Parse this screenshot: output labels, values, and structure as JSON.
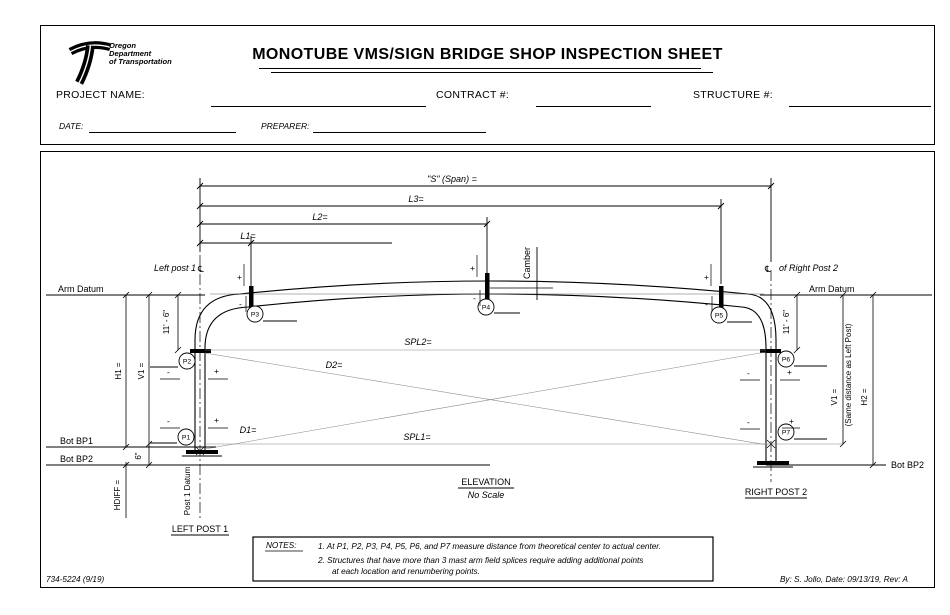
{
  "header": {
    "logo": {
      "l1": "Oregon",
      "l2": "Department",
      "l3": "of Transportation"
    },
    "title": "MONOTUBE VMS/SIGN BRIDGE SHOP INSPECTION SHEET"
  },
  "form": {
    "project_label": "PROJECT NAME:",
    "project_value": "",
    "contract_label": "CONTRACT #:",
    "contract_value": "",
    "structure_label": "STRUCTURE #:",
    "structure_value": "",
    "date_label": "DATE:",
    "date_value": "",
    "preparer_label": "PREPARER:",
    "preparer_value": ""
  },
  "diagram": {
    "span_label": "\"S\" (Span) =",
    "l3_label": "L3=",
    "l2_label": "L2=",
    "l1_label": "L1=",
    "left_post_cl_label": "Left post 1",
    "cl_symbol": "℄",
    "right_post_cl_label": "of Right Post 2",
    "arm_datum": "Arm Datum",
    "camber_label": "Camber",
    "h1_label": "H1 =",
    "v1_label": "V1 =",
    "six_in_label": "6\"",
    "hdiff_label": "HDIFF =",
    "eleven_six_label": "11' - 6\"",
    "same_dist_label": "(Same distance as Left Post)",
    "h2_label": "H2 =",
    "spl1_label": "SPL1=",
    "spl2_label": "SPL2=",
    "d1_label": "D1=",
    "d2_label": "D2=",
    "bot_bp1_label": "Bot BP1",
    "bot_bp2_label": "Bot BP2",
    "post1_datum_label": "Post 1 Datum",
    "left_post_title": "LEFT POST 1",
    "right_post_title": "RIGHT POST 2",
    "elevation_label": "ELEVATION",
    "no_scale_label": "No Scale",
    "points": {
      "p1": "P1",
      "p2": "P2",
      "p3": "P3",
      "p4": "P4",
      "p5": "P5",
      "p6": "P6",
      "p7": "P7"
    },
    "plus": "+",
    "minus": "-"
  },
  "notes": {
    "heading": "NOTES:",
    "note1": "1.  At P1, P2, P3, P4, P5, P6, and P7 measure distance from theoretical center to actual center.",
    "note2": "2.  Structures that have more than 3 mast arm field splices require adding additional points",
    "note2_cont": "at each location and renumbering points."
  },
  "footer": {
    "form_number": "734-5224 (9/19)",
    "byline": "By: S. Jollo,  Date: 09/13/19,  Rev: A"
  }
}
